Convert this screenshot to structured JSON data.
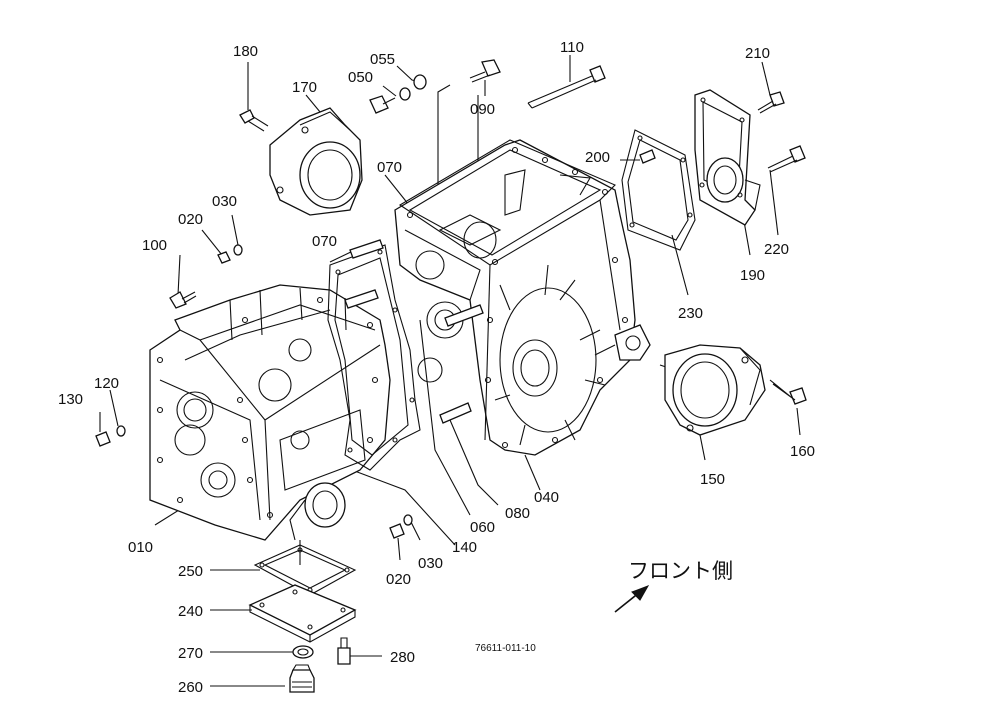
{
  "part_labels": [
    {
      "id": "180",
      "text": "180"
    },
    {
      "id": "170",
      "text": "170"
    },
    {
      "id": "055",
      "text": "055"
    },
    {
      "id": "050",
      "text": "050"
    },
    {
      "id": "090",
      "text": "090"
    },
    {
      "id": "110",
      "text": "110"
    },
    {
      "id": "210",
      "text": "210"
    },
    {
      "id": "200",
      "text": "200"
    },
    {
      "id": "070a",
      "text": "070"
    },
    {
      "id": "070b",
      "text": "070"
    },
    {
      "id": "030a",
      "text": "030"
    },
    {
      "id": "020a",
      "text": "020"
    },
    {
      "id": "100",
      "text": "100"
    },
    {
      "id": "220",
      "text": "220"
    },
    {
      "id": "190",
      "text": "190"
    },
    {
      "id": "230",
      "text": "230"
    },
    {
      "id": "120",
      "text": "120"
    },
    {
      "id": "130",
      "text": "130"
    },
    {
      "id": "160",
      "text": "160"
    },
    {
      "id": "150",
      "text": "150"
    },
    {
      "id": "040",
      "text": "040"
    },
    {
      "id": "080",
      "text": "080"
    },
    {
      "id": "060",
      "text": "060"
    },
    {
      "id": "140",
      "text": "140"
    },
    {
      "id": "030b",
      "text": "030"
    },
    {
      "id": "020b",
      "text": "020"
    },
    {
      "id": "010",
      "text": "010"
    },
    {
      "id": "250",
      "text": "250"
    },
    {
      "id": "240",
      "text": "240"
    },
    {
      "id": "270",
      "text": "270"
    },
    {
      "id": "280",
      "text": "280"
    },
    {
      "id": "260",
      "text": "260"
    }
  ],
  "front_side_label": "フロント側",
  "drawing_number": "76611-011-10"
}
